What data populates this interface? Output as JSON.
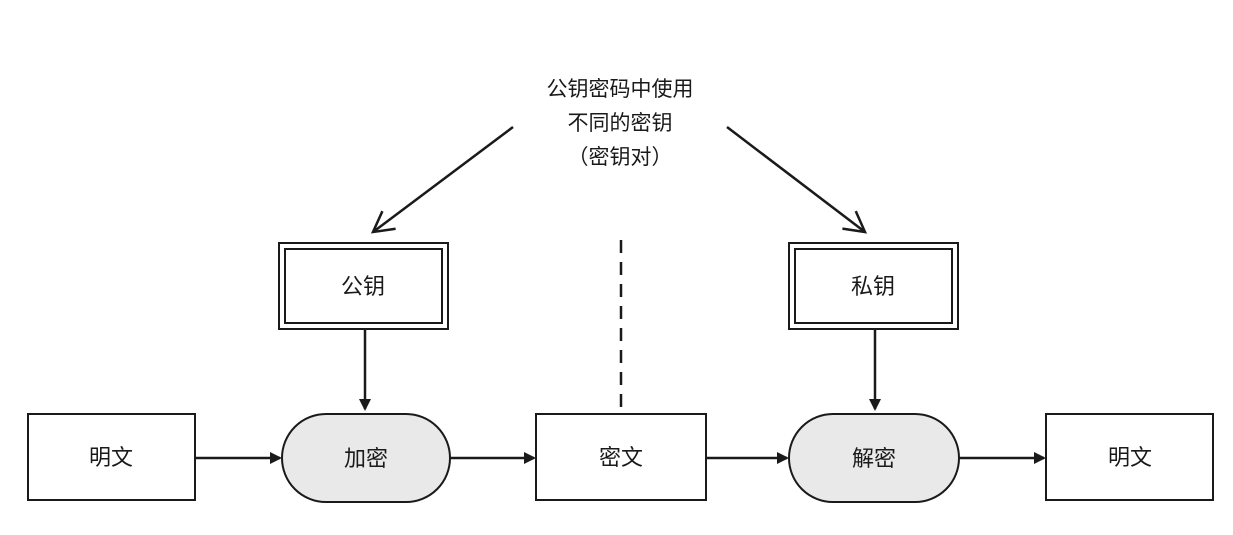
{
  "caption": {
    "line1": "公钥密码中使用",
    "line2": "不同的密钥",
    "line3": "（密钥对）"
  },
  "keys": {
    "public_key": "公钥",
    "private_key": "私钥"
  },
  "flow": {
    "plaintext_left": "明文",
    "encrypt": "加密",
    "ciphertext": "密文",
    "decrypt": "解密",
    "plaintext_right": "明文"
  },
  "colors": {
    "stroke": "#1a1a1a",
    "process_fill": "#e9e9e9",
    "box_fill": "#ffffff"
  }
}
